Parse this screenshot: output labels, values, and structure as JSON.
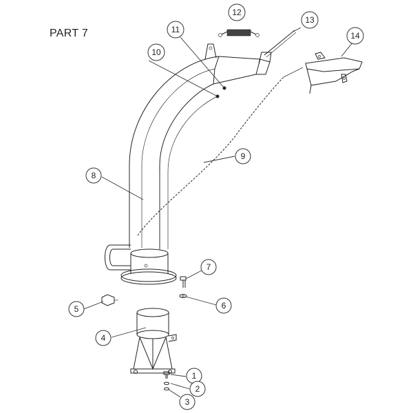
{
  "title": "PART 7",
  "callouts": [
    {
      "num": "1"
    },
    {
      "num": "2"
    },
    {
      "num": "3"
    },
    {
      "num": "4"
    },
    {
      "num": "5"
    },
    {
      "num": "6"
    },
    {
      "num": "7"
    },
    {
      "num": "8"
    },
    {
      "num": "9"
    },
    {
      "num": "10"
    },
    {
      "num": "11"
    },
    {
      "num": "12"
    },
    {
      "num": "13"
    },
    {
      "num": "14"
    }
  ]
}
